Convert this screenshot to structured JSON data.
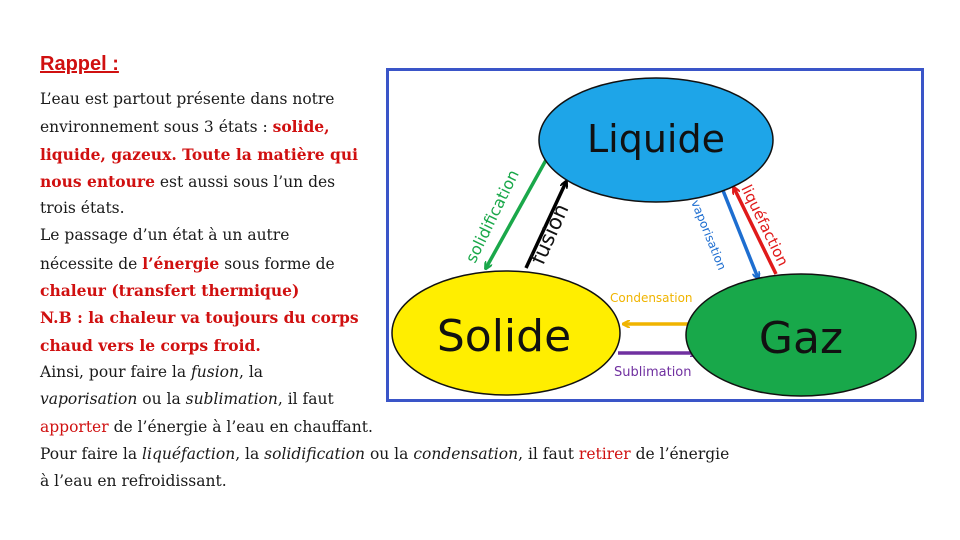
{
  "heading": "Rappel :",
  "lines": [
    [
      {
        "t": "L’eau est partout présente dans notre",
        "s": ""
      }
    ],
    [
      {
        "t": "environnement sous 3 états : ",
        "s": ""
      },
      {
        "t": "solide,",
        "s": "red"
      }
    ],
    [
      {
        "t": "liquide, gazeux. Toute la matière qui",
        "s": "red"
      }
    ],
    [
      {
        "t": "nous entoure",
        "s": "red"
      },
      {
        "t": " est aussi sous l’un des",
        "s": ""
      }
    ],
    [
      {
        "t": "trois états.",
        "s": ""
      }
    ],
    [
      {
        "t": "Le passage d’un état à un autre",
        "s": ""
      }
    ],
    [
      {
        "t": "nécessite de ",
        "s": ""
      },
      {
        "t": "l’énergie",
        "s": "red"
      },
      {
        "t": " sous forme de",
        "s": ""
      }
    ],
    [
      {
        "t": "chaleur (transfert thermique)",
        "s": "red"
      }
    ],
    [
      {
        "t": "N.B : la chaleur va toujours du corps",
        "s": "red"
      }
    ],
    [
      {
        "t": "chaud vers le corps froid.",
        "s": "red"
      }
    ],
    [
      {
        "t": "Ainsi, pour faire la ",
        "s": ""
      },
      {
        "t": "fusion",
        "s": "em"
      },
      {
        "t": ", la",
        "s": ""
      }
    ],
    [
      {
        "t": "vaporisation",
        "s": "em"
      },
      {
        "t": " ou la ",
        "s": ""
      },
      {
        "t": "sublimation",
        "s": "em"
      },
      {
        "t": ", il faut",
        "s": ""
      }
    ],
    [
      {
        "t": "apporter",
        "s": "redn"
      },
      {
        "t": " de l’énergie à l’eau en chauffant.",
        "s": ""
      }
    ],
    [
      {
        "t": "Pour faire la ",
        "s": ""
      },
      {
        "t": "liquéfaction",
        "s": "em"
      },
      {
        "t": ", la ",
        "s": ""
      },
      {
        "t": "solidification",
        "s": "em"
      },
      {
        "t": " ou la ",
        "s": ""
      },
      {
        "t": "condensation",
        "s": "em"
      },
      {
        "t": ", il faut ",
        "s": ""
      },
      {
        "t": "retirer",
        "s": "redn"
      },
      {
        "t": " de l’énergie",
        "s": ""
      }
    ],
    [
      {
        "t": "à l’eau en refroidissant.",
        "s": ""
      }
    ]
  ],
  "diagram": {
    "states": {
      "liquid": "Liquide",
      "solid": "Solide",
      "gas": "Gaz"
    },
    "transitions": {
      "solidification": "solidification",
      "fusion": "fusion",
      "vaporisation": "vaporisation",
      "liquefaction": "liquéfaction",
      "condensation": "Condensation",
      "sublimation": "Sublimation"
    },
    "colors": {
      "frame": "#3a55c8",
      "liquid": "#1ea5e8",
      "solid": "#ffee00",
      "gas": "#18a84a",
      "solidification": "#1aa84a",
      "fusion": "#000000",
      "vaporisation": "#1e6ed0",
      "liquefaction": "#e01a1a",
      "condensation": "#f0b400",
      "sublimation": "#7030a0"
    }
  }
}
